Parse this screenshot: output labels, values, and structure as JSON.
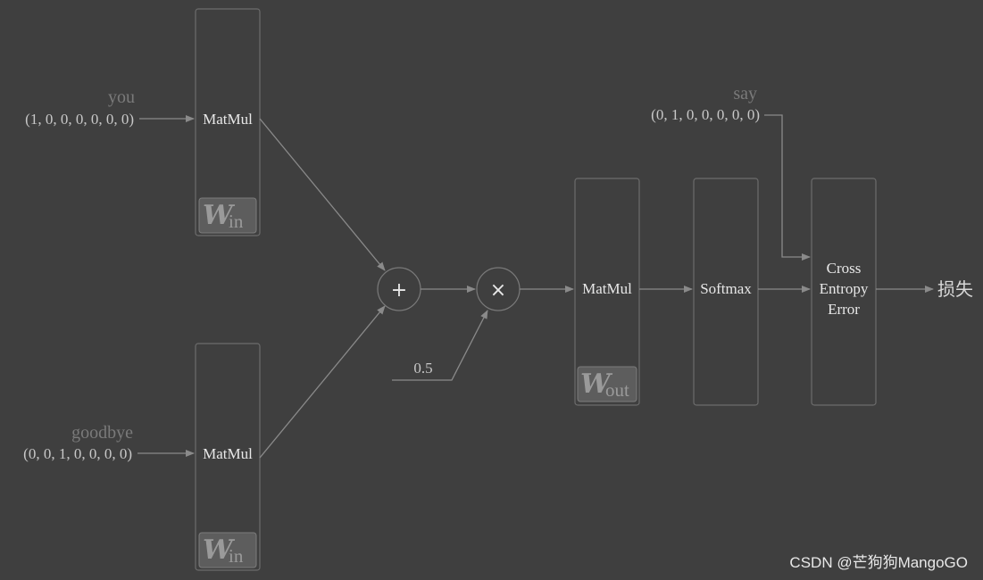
{
  "inputs": {
    "top": {
      "word": "you",
      "vector": "(1, 0, 0, 0, 0, 0, 0)"
    },
    "bottom": {
      "word": "goodbye",
      "vector": "(0, 0, 1, 0, 0, 0, 0)"
    },
    "target": {
      "word": "say",
      "vector": "(0, 1, 0, 0, 0, 0, 0)"
    }
  },
  "layers": {
    "matmul_in_top": "MatMul",
    "matmul_in_bottom": "MatMul",
    "matmul_out": "MatMul",
    "softmax": "Softmax",
    "cross_entropy": [
      "Cross",
      "Entropy",
      "Error"
    ]
  },
  "weights": {
    "w_symbol": "W",
    "in_sub": "in",
    "out_sub": "out"
  },
  "ops": {
    "add": "+",
    "multiply": "×",
    "scale_value": "0.5"
  },
  "output": {
    "loss_label": "损失"
  },
  "watermark": "CSDN @芒狗狗MangoGO",
  "colors": {
    "background": "#3f3f3f",
    "line": "#8a8a8a",
    "text": "#e8e8e8",
    "dim_text": "#7a7a7a"
  }
}
